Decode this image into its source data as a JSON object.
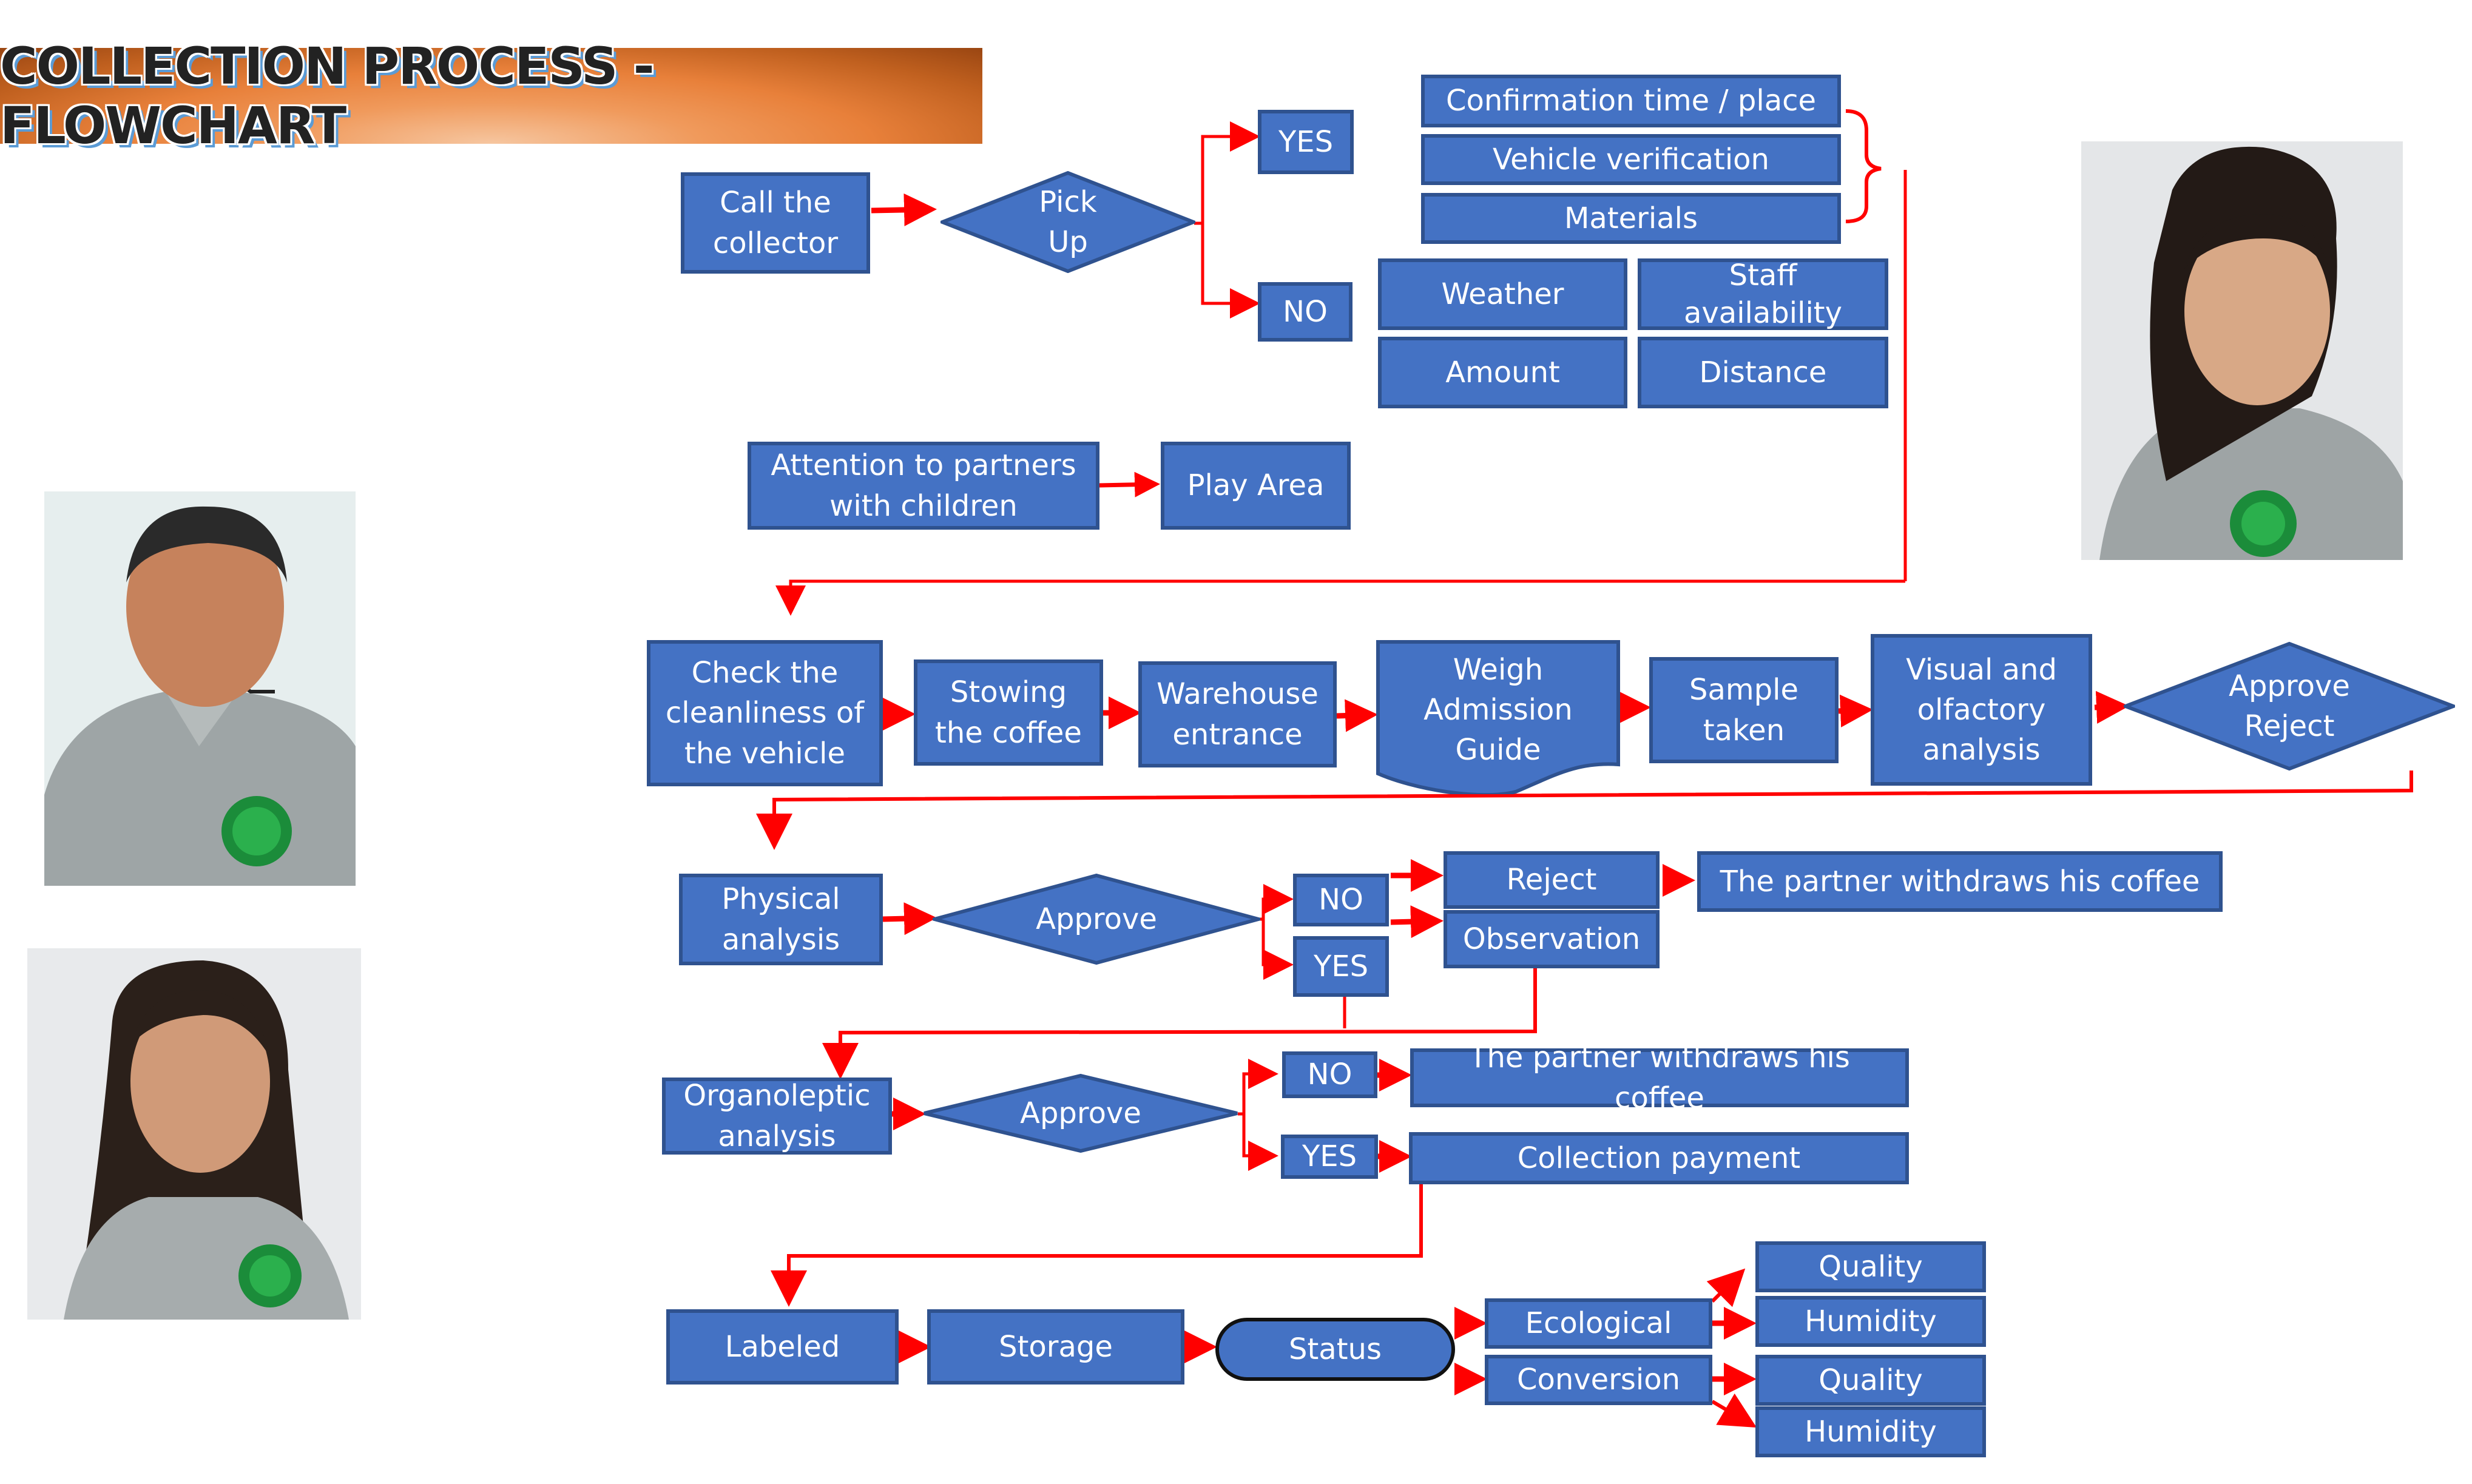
{
  "title": "COLLECTION PROCESS - FLOWCHART",
  "colors": {
    "box_fill": "#4472c4",
    "box_border": "#2f528f",
    "arrow": "#ff0000",
    "banner_mid": "#e8803a"
  },
  "row1": {
    "call_collector": "Call the\ncollector",
    "pick_up": "Pick\nUp",
    "yes": "YES",
    "no": "NO",
    "yes_items": [
      "Confirmation time / place",
      "Vehicle verification",
      "Materials"
    ],
    "no_items": [
      "Weather",
      "Staff\navailability",
      "Amount",
      "Distance"
    ]
  },
  "attention": {
    "label": "Attention to partners\nwith children",
    "play_area": "Play Area"
  },
  "row2": {
    "steps": [
      "Check the\ncleanliness of\nthe vehicle",
      "Stowing\nthe coffee",
      "Warehouse\nentrance",
      "Weigh\nAdmission\nGuide",
      "Sample\ntaken",
      "Visual and\nolfactory\nanalysis"
    ],
    "decision": "Approve\nReject"
  },
  "row3": {
    "physical": "Physical\nanalysis",
    "approve": "Approve",
    "no": "NO",
    "yes": "YES",
    "reject": "Reject",
    "observation": "Observation",
    "withdraw": "The partner withdraws his coffee"
  },
  "row4": {
    "organoleptic": "Organoleptic\nanalysis",
    "approve": "Approve",
    "no": "NO",
    "yes": "YES",
    "withdraw": "The partner withdraws his coffee",
    "payment": "Collection payment"
  },
  "row5": {
    "labeled": "Labeled",
    "storage": "Storage",
    "status": "Status",
    "ecological": "Ecological",
    "conversion": "Conversion",
    "eco_items": [
      "Quality",
      "Humidity"
    ],
    "conv_items": [
      "Quality",
      "Humidity"
    ]
  },
  "photos": [
    {
      "name": "staff-photo-man",
      "description": "man in grey polo with green cooperative logo"
    },
    {
      "name": "staff-photo-woman-left",
      "description": "woman with long dark hair in grey polo"
    },
    {
      "name": "staff-photo-woman-right",
      "description": "woman with ponytail in grey polo"
    }
  ]
}
